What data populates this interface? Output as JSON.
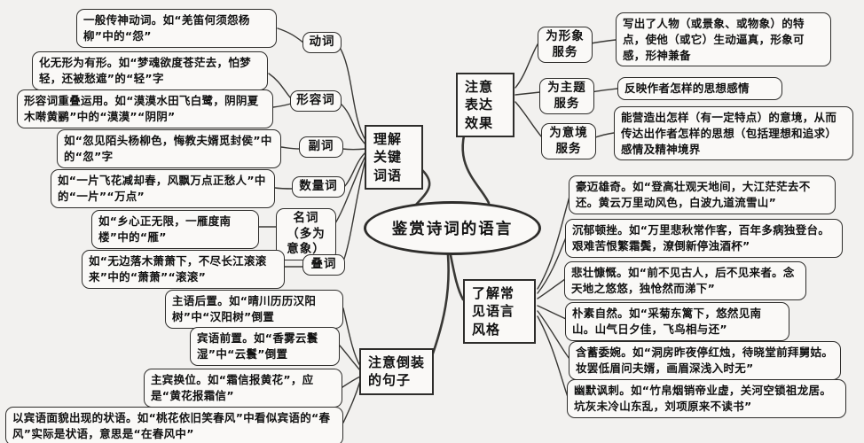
{
  "central": "鉴赏诗词的语言",
  "keywords": {
    "label": "理解关键词语",
    "verb": {
      "label": "动词",
      "example": "一般传神动词。如“羌笛何须怨杨柳”中的“怨”"
    },
    "adjective": {
      "label": "形容词",
      "example_intangible": "化无形为有形。如“梦魂欲度苍茫去，怕梦轻，还被愁遮”的“轻”字",
      "example_overlap": "形容词重叠运用。如“漠漠水田飞白鹭，阴阴夏木啭黄鹂”中的“漠漠”“阴阴”"
    },
    "adverb": {
      "label": "副词",
      "example": "如“忽见陌头杨柳色，悔教夫婿觅封侯”中的“忽”字"
    },
    "numeral": {
      "label": "数量词",
      "example": "如“一片飞花减却春，风飘万点正愁人”中的“一片”“万点”"
    },
    "noun": {
      "label": "名词（多为意象）",
      "example": "如“乡心正无限，一雁度南楼”中的“雁”"
    },
    "reduplication": {
      "label": "叠词",
      "example": "如“无边落木萧萧下，不尽长江滚滚来”中的“萧萧”“滚滚”"
    }
  },
  "expression": {
    "label": "注意表达效果",
    "image": {
      "label": "为形象服务",
      "desc": "写出了人物（或景象、或物象）的特点，使他（或它）生动逼真，形象可感，形神兼备"
    },
    "theme": {
      "label": "为主题服务",
      "desc": "反映作者怎样的思想感情"
    },
    "mood": {
      "label": "为意境服务",
      "desc": "能营造出怎样（有一定特点）的意境，从而传达出作者怎样的思想（包括理想和追求）感情及精神境界"
    }
  },
  "styles": {
    "label": "了解常见语言风格",
    "items": [
      "豪迈雄奇。如“登高壮观天地间，大江茫茫去不还。黄云万里动风色，白波九道流雪山”",
      "沉郁顿挫。如“万里悲秋常作客，百年多病独登台。艰难苦恨繁霜鬓，潦倒新停浊酒杯”",
      "悲壮慷慨。如“前不见古人，后不见来者。念天地之悠悠，独怆然而涕下”",
      "朴素自然。如“采菊东篱下，悠然见南山。山气日夕佳，飞鸟相与还”",
      "含蓄委婉。如“洞房昨夜停红烛，待晓堂前拜舅姑。妆罢低眉问夫婿，画眉深浅入时无”",
      "幽默讽刺。如“竹帛烟销帝业虚，关河空锁祖龙居。坑灰未冷山东乱，刘项原来不读书”"
    ]
  },
  "inversion": {
    "label": "注意倒装的句子",
    "items": [
      "主语后置。如“晴川历历汉阳树”中“汉阳树”倒置",
      "宾语前置。如“香雾云鬟湿”中“云鬟”倒置",
      "主宾换位。如“霜信报黄花”，应是“黄花报霜信”",
      "以宾语面貌出现的状语。如“桃花依旧笑春风”中看似宾语的“春风”实际是状语，意思是“在春风中”"
    ]
  }
}
